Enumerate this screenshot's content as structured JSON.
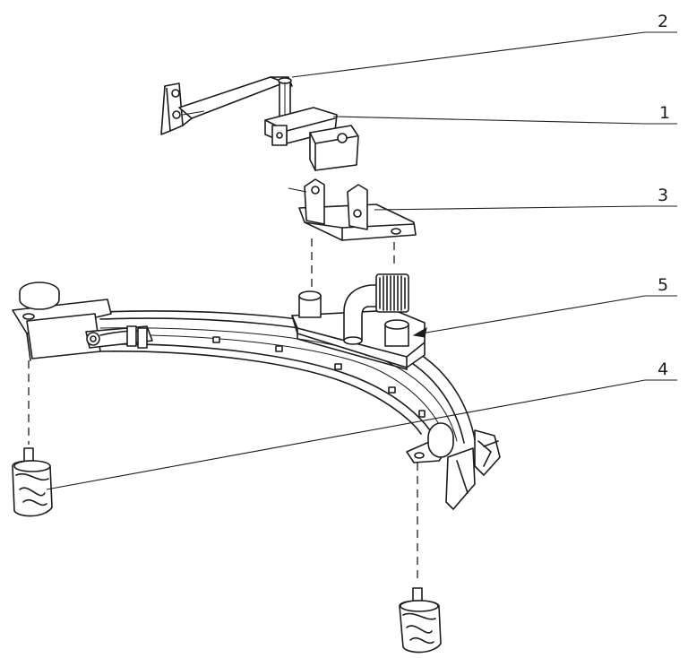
{
  "callouts": [
    {
      "id": "2",
      "label": "2"
    },
    {
      "id": "1",
      "label": "1"
    },
    {
      "id": "3",
      "label": "3"
    },
    {
      "id": "5",
      "label": "5"
    },
    {
      "id": "4",
      "label": "4"
    }
  ],
  "colors": {
    "line": "#1c1c1c",
    "background": "#ffffff",
    "shade": "#e6e6e6"
  },
  "icons": [
    "arrow-head-icon"
  ]
}
